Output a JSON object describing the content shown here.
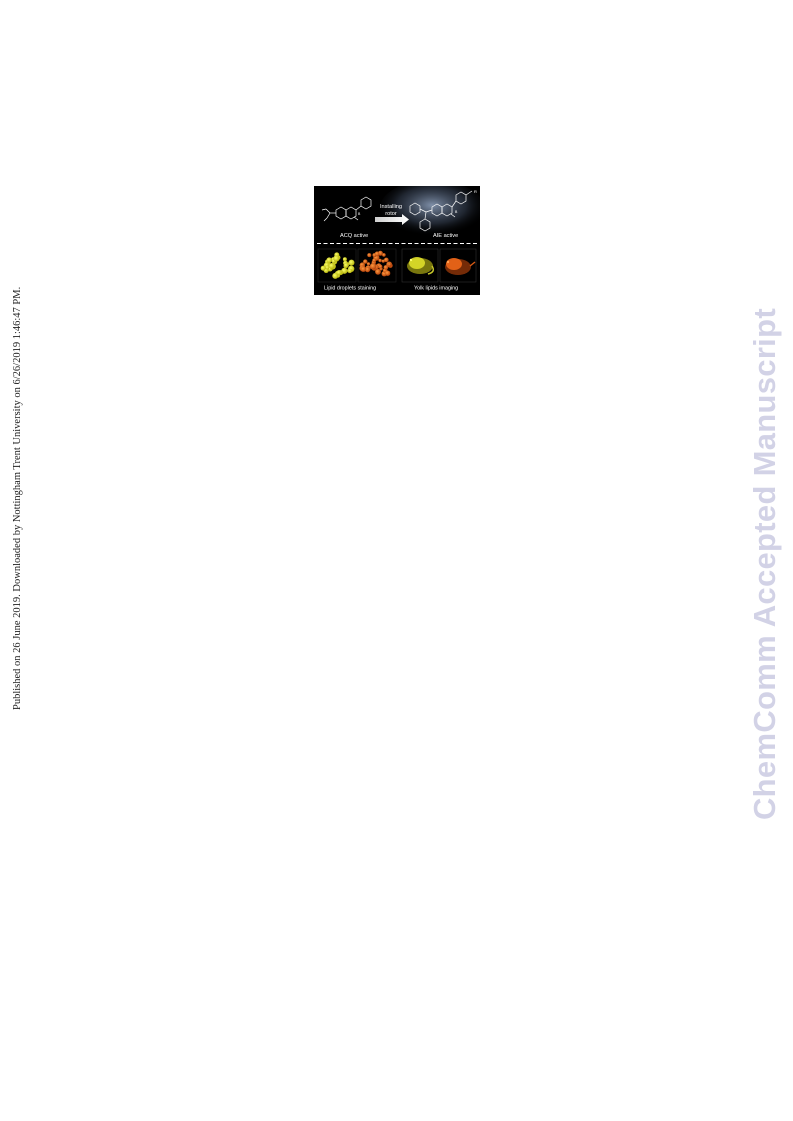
{
  "side_note": "Published on 26 June 2019. Downloaded by Nottingham Trent University on 6/26/2019 1:46:47 PM.",
  "watermark": {
    "text": "ChemComm Accepted Manuscript",
    "color": "#d2d2e6"
  },
  "graphical_abstract": {
    "arrow_label_line1": "Installing",
    "arrow_label_line2": "rotor",
    "left_label": "ACQ active",
    "right_label": "AIE active",
    "bottom_left_label": "Lipid droplets staining",
    "bottom_right_label": "Yolk lipids imaging",
    "substituent": "R",
    "colors": {
      "background": "#000000",
      "yellow_fluor": "#d8dc1e",
      "orange_fluor": "#e0661a",
      "rotor_glow": "#9fb6d8"
    }
  }
}
